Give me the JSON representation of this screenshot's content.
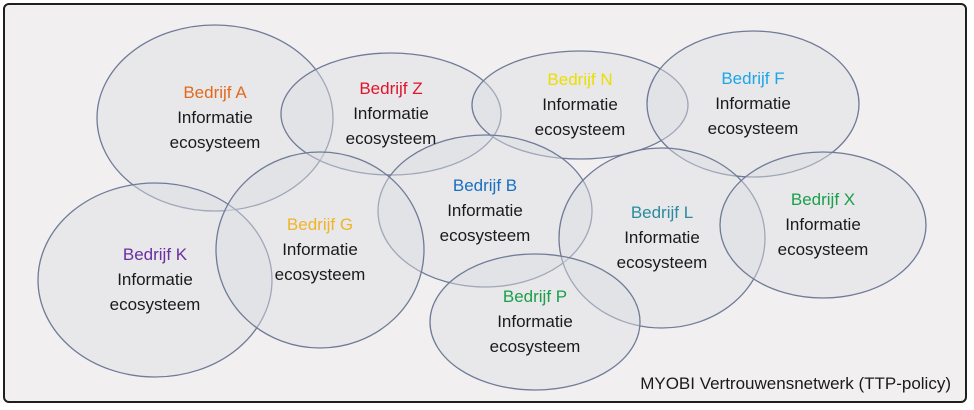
{
  "caption": "MYOBI Vertrouwensnetwerk (TTP-policy)",
  "colors": {
    "ellipse_fill": "#dcdde3",
    "ellipse_stroke": "#6f7b97",
    "text": "#1a1a1a"
  },
  "nodes": [
    {
      "id": "a",
      "title": "Bedrijf A",
      "color": "#e06b1f",
      "line1": "Informatie",
      "line2": "ecosysteem"
    },
    {
      "id": "z",
      "title": "Bedrijf Z",
      "color": "#e0142a",
      "line1": "Informatie",
      "line2": "ecosysteem"
    },
    {
      "id": "n",
      "title": "Bedrijf N",
      "color": "#e8e000",
      "line1": "Informatie",
      "line2": "ecosysteem"
    },
    {
      "id": "f",
      "title": "Bedrijf F",
      "color": "#1ba6e8",
      "line1": "Informatie",
      "line2": "ecosysteem"
    },
    {
      "id": "b",
      "title": "Bedrijf B",
      "color": "#1a6fc0",
      "line1": "Informatie",
      "line2": "ecosysteem"
    },
    {
      "id": "l",
      "title": "Bedrijf L",
      "color": "#2a8c9e",
      "line1": "Informatie",
      "line2": "ecosysteem"
    },
    {
      "id": "x",
      "title": "Bedrijf X",
      "color": "#1aa04a",
      "line1": "Informatie",
      "line2": "ecosysteem"
    },
    {
      "id": "k",
      "title": "Bedrijf K",
      "color": "#6a2fa0",
      "line1": "Informatie",
      "line2": "ecosysteem"
    },
    {
      "id": "g",
      "title": "Bedrijf G",
      "color": "#f0b428",
      "line1": "Informatie",
      "line2": "ecosysteem"
    },
    {
      "id": "p",
      "title": "Bedrijf P",
      "color": "#1aa04a",
      "line1": "Informatie",
      "line2": "ecosysteem"
    }
  ]
}
